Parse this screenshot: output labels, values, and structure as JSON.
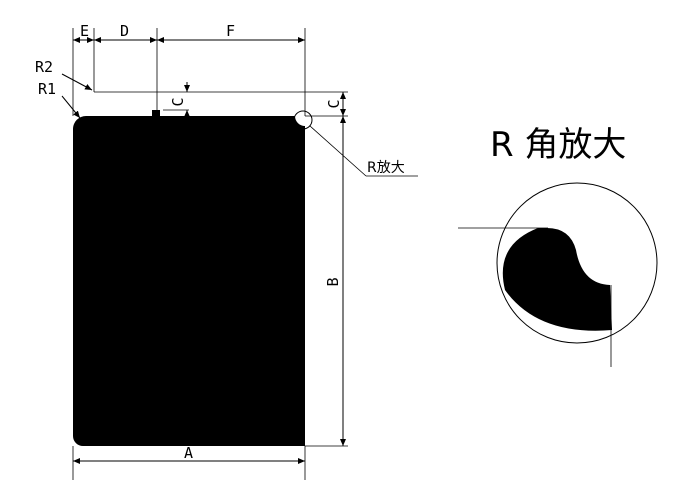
{
  "labels": {
    "A": "A",
    "B": "B",
    "C": "C",
    "D": "D",
    "E": "E",
    "F": "F",
    "R1": "R1",
    "R2": "R2",
    "R_callout": "R放大"
  },
  "detail": {
    "title": "R 角放大"
  },
  "colors": {
    "fill": "#000000",
    "line": "#000000",
    "background": "#ffffff"
  }
}
